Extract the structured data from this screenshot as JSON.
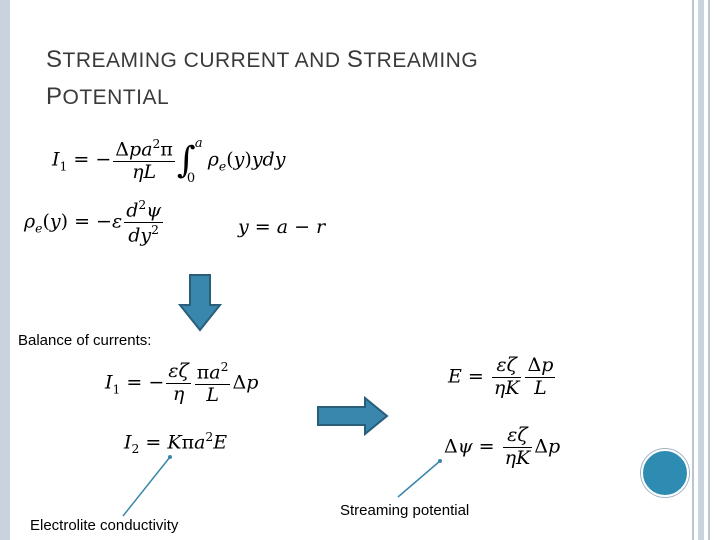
{
  "slide": {
    "title_line1_cap1": "S",
    "title_line1_rest1": "TREAMING CURRENT AND ",
    "title_line1_cap2": "S",
    "title_line1_rest2": "TREAMING",
    "title_line2_cap": "P",
    "title_line2_rest": "OTENTIAL",
    "balance_label": "Balance of currents:",
    "conductivity_label": "Electrolite conductivity",
    "potential_label": "Streaming potential"
  },
  "colors": {
    "arrow_fill": "#3a87ad",
    "arrow_stroke": "#2a5f7a",
    "pointer_line": "#3a87ad",
    "dot": "#2e8bb1"
  }
}
